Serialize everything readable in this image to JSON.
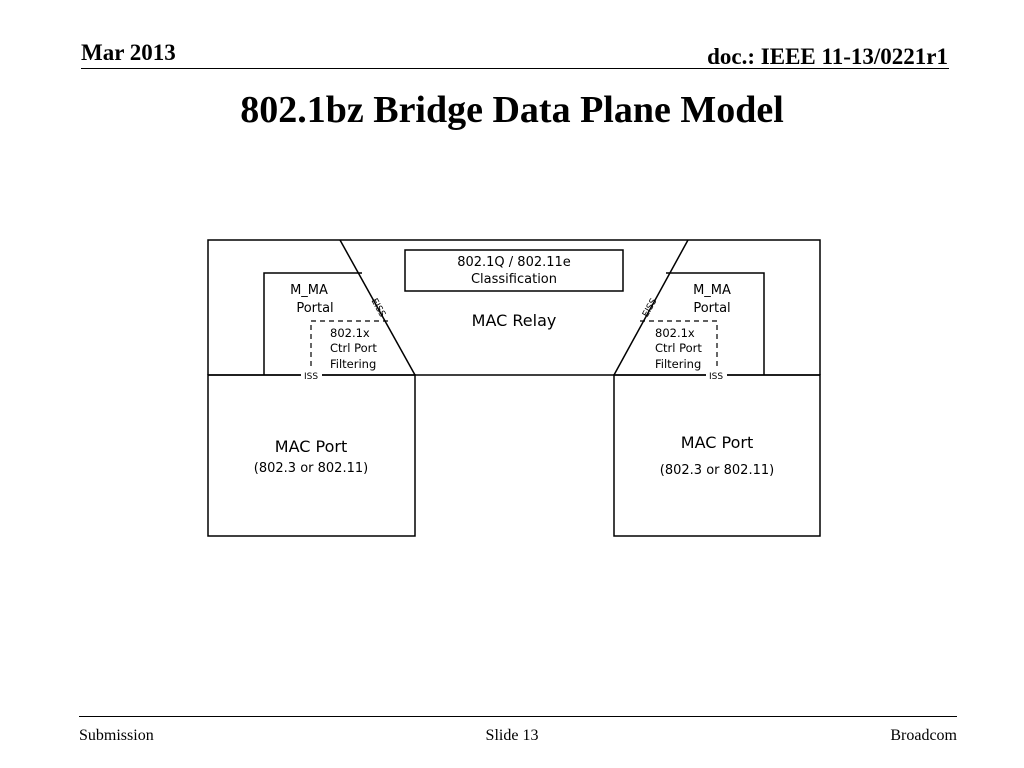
{
  "header": {
    "date": "Mar 2013",
    "doc_id": "doc.: IEEE 11-13/0221r1"
  },
  "title": "802.1bz Bridge Data Plane Model",
  "diagram": {
    "classification": {
      "line1": "802.1Q / 802.11e",
      "line2": "Classification"
    },
    "mac_relay": "MAC Relay",
    "left": {
      "portal": {
        "line1": "M_MA",
        "line2": "Portal"
      },
      "filtering": {
        "line1": "802.1x",
        "line2": "Ctrl Port",
        "line3": "Filtering"
      },
      "eiss": "EISS",
      "iss": "ISS",
      "mac_port": {
        "line1": "MAC Port",
        "line2": "(802.3 or 802.11)"
      }
    },
    "right": {
      "portal": {
        "line1": "M_MA",
        "line2": "Portal"
      },
      "filtering": {
        "line1": "802.1x",
        "line2": "Ctrl Port",
        "line3": "Filtering"
      },
      "eiss": "EISS",
      "iss": "ISS",
      "mac_port": {
        "line1": "MAC Port",
        "line2": "(802.3 or 802.11)"
      }
    }
  },
  "footer": {
    "left": "Submission",
    "center": "Slide 13",
    "right": "Broadcom"
  }
}
